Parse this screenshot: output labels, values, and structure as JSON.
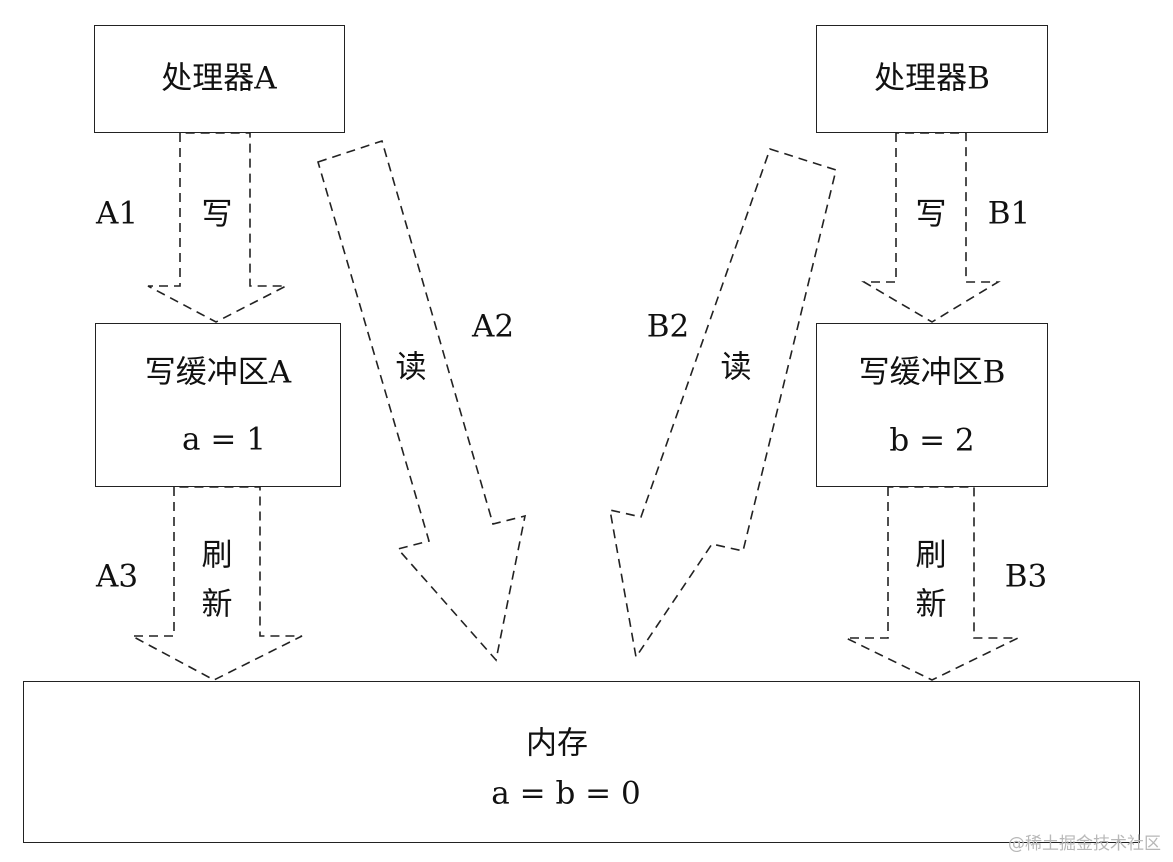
{
  "processor_a": {
    "title": "处理器A"
  },
  "processor_b": {
    "title": "处理器B"
  },
  "buffer_a": {
    "title": "写缓冲区A",
    "value": "a = 1"
  },
  "buffer_b": {
    "title": "写缓冲区B",
    "value": "b = 2"
  },
  "memory": {
    "title": "内存",
    "value": "a = b = 0"
  },
  "arrows": {
    "a1": {
      "id": "A1",
      "action": "写"
    },
    "b1": {
      "id": "B1",
      "action": "写"
    },
    "a2": {
      "id": "A2",
      "action": "读"
    },
    "b2": {
      "id": "B2",
      "action": "读"
    },
    "a3": {
      "id": "A3",
      "action_line1": "刷",
      "action_line2": "新"
    },
    "b3": {
      "id": "B3",
      "action_line1": "刷",
      "action_line2": "新"
    }
  },
  "watermark": "@稀土掘金技术社区",
  "colors": {
    "stroke": "#222222",
    "text": "#111111",
    "background": "#ffffff",
    "watermark": "#b8b8b8"
  }
}
